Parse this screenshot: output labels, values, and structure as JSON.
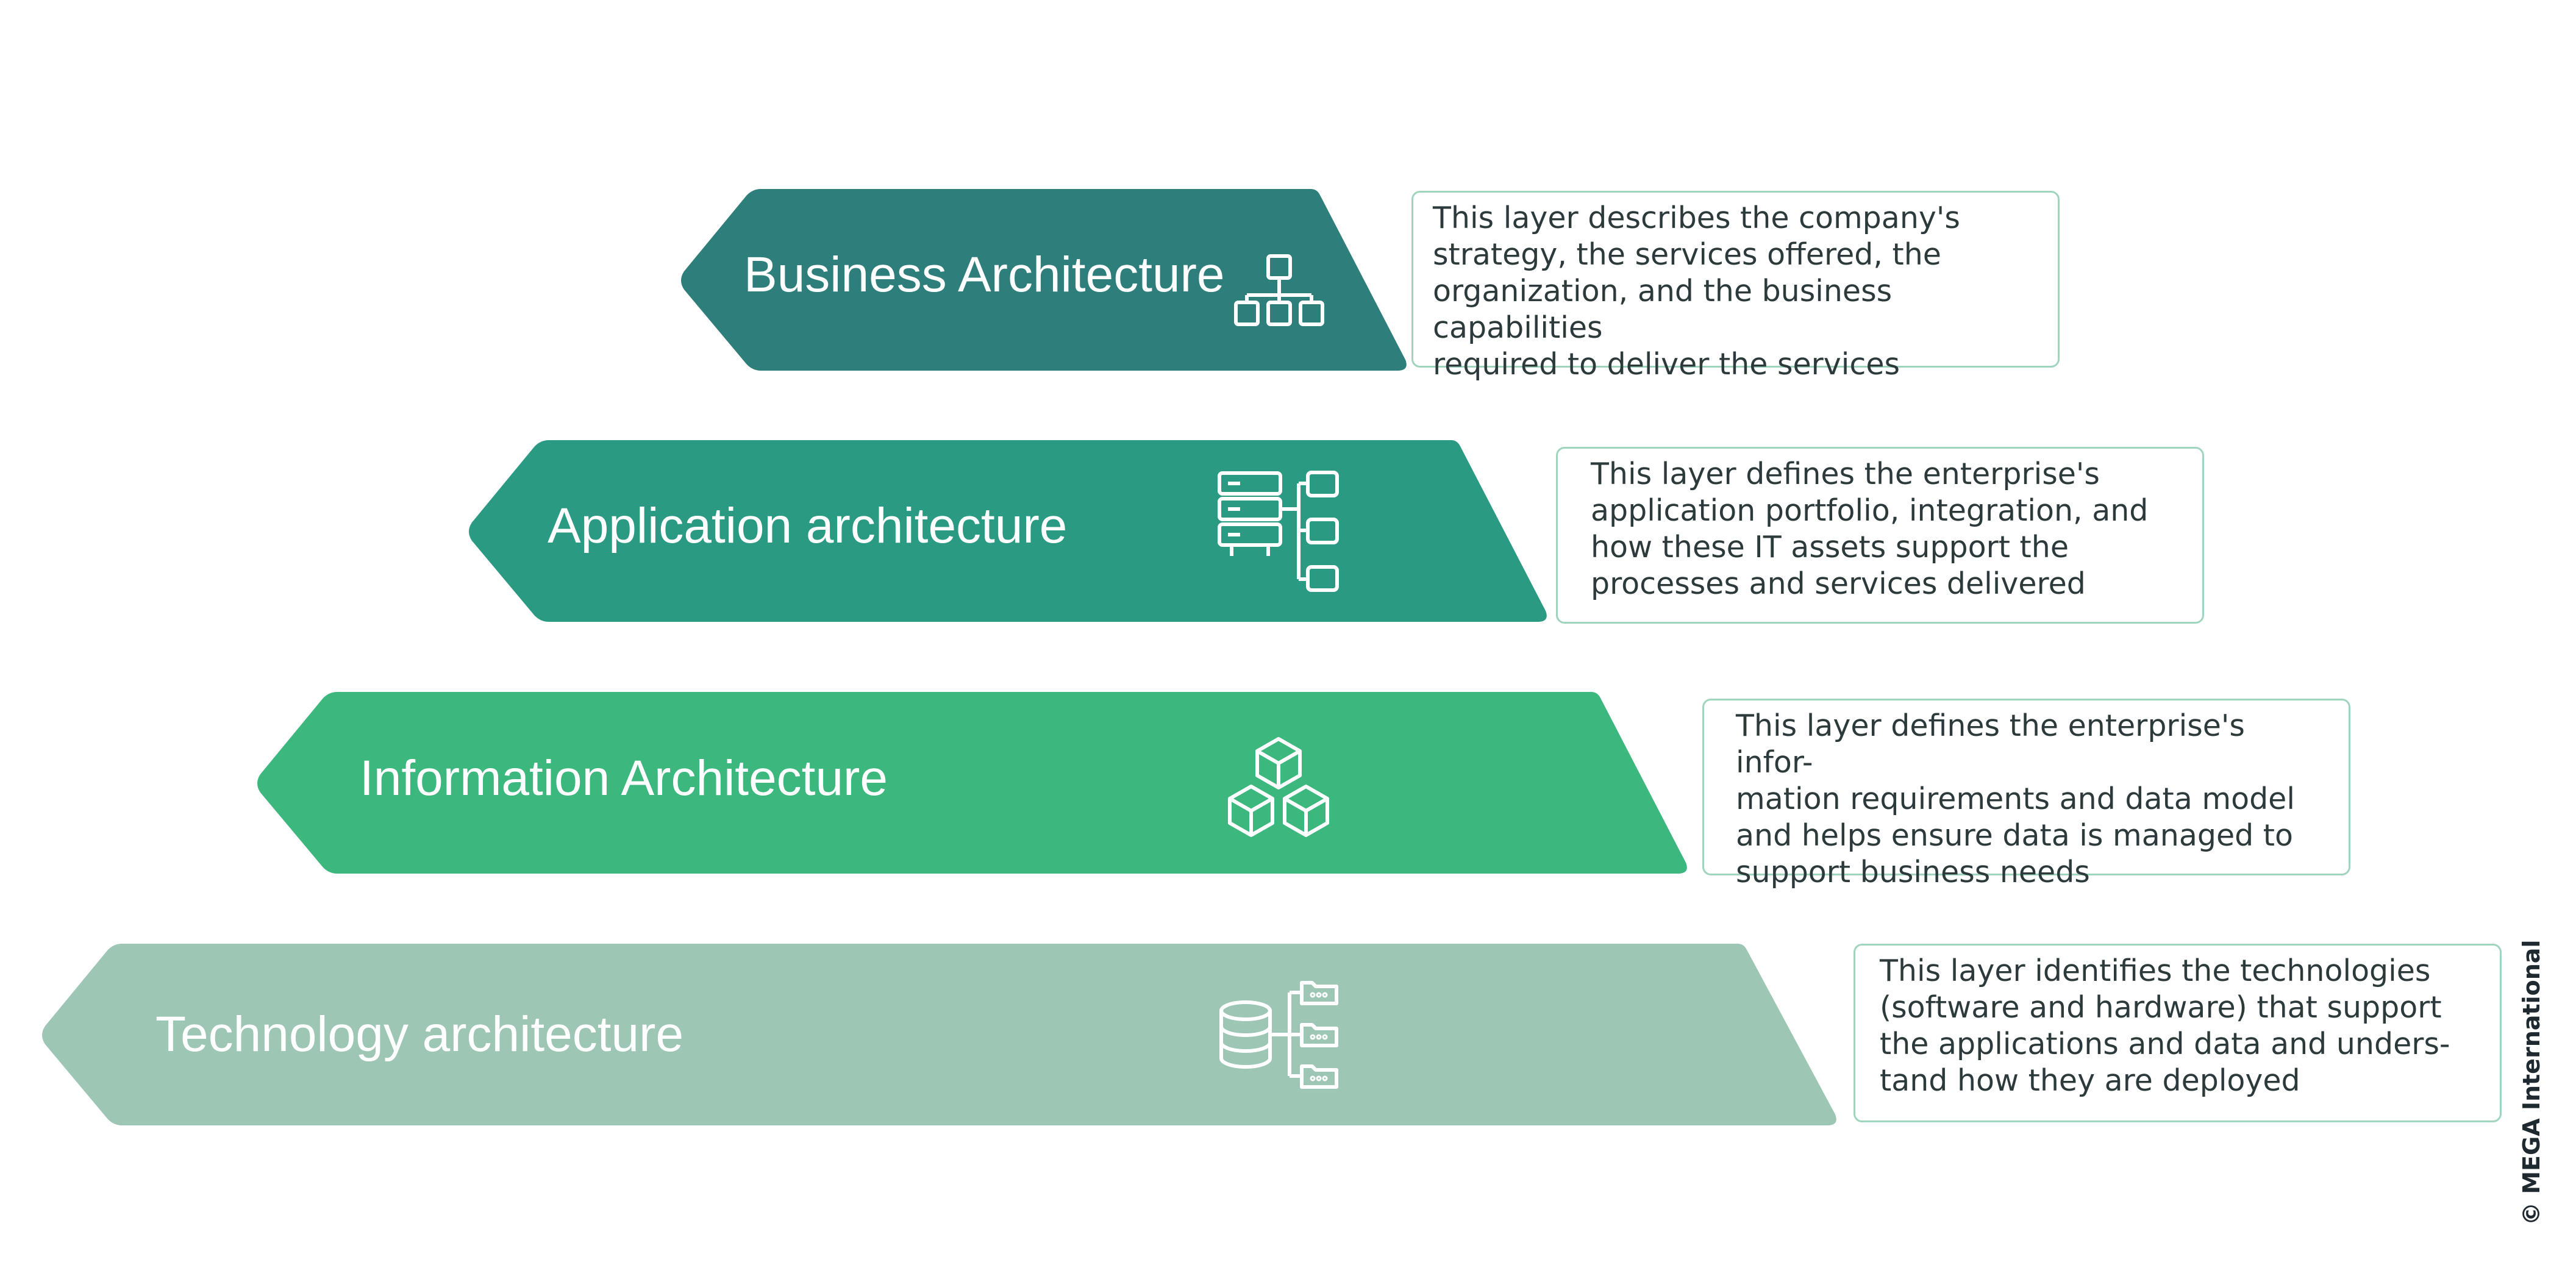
{
  "layers": [
    {
      "label": "Business Architecture",
      "description": "This layer describes the company's\nstrategy, the services offered, the\norganization, and the business capabilities\nrequired to deliver the services",
      "color": "#2e7e7b",
      "icon": "org-chart-icon"
    },
    {
      "label": "Application architecture",
      "description": "This layer defines the enterprise's\napplication portfolio, integration, and\nhow these IT assets support the\nprocesses and services delivered",
      "color": "#2a9b82",
      "icon": "server-apps-icon"
    },
    {
      "label": "Information Architecture",
      "description": "This layer defines the enterprise's infor-\nmation requirements and data model\nand helps ensure data is managed to\nsupport business needs",
      "color": "#3cb77d",
      "icon": "data-cubes-icon"
    },
    {
      "label": "Technology architecture",
      "description": "This layer identifies the technologies\n(software and hardware) that support\nthe applications and data and unders-\ntand how they are deployed",
      "color": "#9dc6b4",
      "icon": "database-folders-icon"
    }
  ],
  "box_border_color": "#9fd4bd",
  "copyright": "© MEGA International"
}
